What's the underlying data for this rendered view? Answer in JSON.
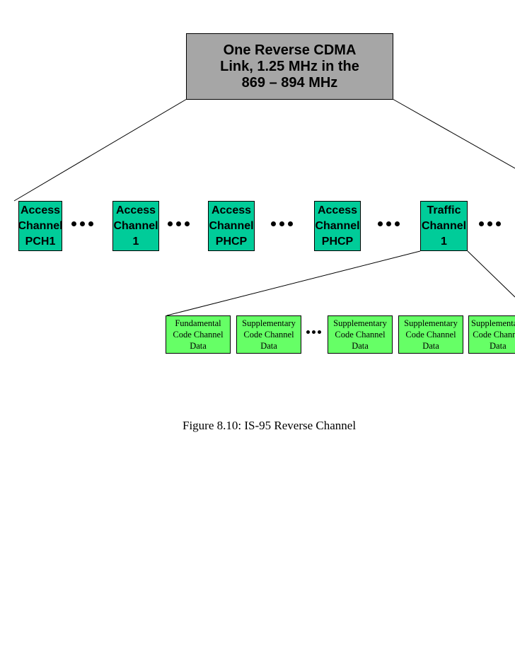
{
  "colors": {
    "root_fill": "#a6a6a6",
    "channel_fill": "#00cc99",
    "code_fill": "#66ff66",
    "line": "#000000"
  },
  "root": {
    "label": "One Reverse CDMA\nLink, 1.25 MHz in the\n869 – 894 MHz"
  },
  "channels": [
    {
      "label": "Access\nChannel\nPCH1"
    },
    {
      "label": "Access\nChannel\n1"
    },
    {
      "label": "Access\nChannel\nPHCP"
    },
    {
      "label": "Access\nChannel\nPHCP"
    },
    {
      "label": "Traffic\nChannel\n1"
    }
  ],
  "code_channels": [
    {
      "label": "Fundamental\nCode Channel\nData"
    },
    {
      "label": "Supplementary\nCode Channel\nData"
    },
    {
      "label": "Supplementary\nCode Channel\nData"
    },
    {
      "label": "Supplementary\nCode Channel\nData"
    },
    {
      "label": "Supplementary\nCode Channel\nData"
    }
  ],
  "caption": "Figure 8.10: IS-95 Reverse Channel"
}
